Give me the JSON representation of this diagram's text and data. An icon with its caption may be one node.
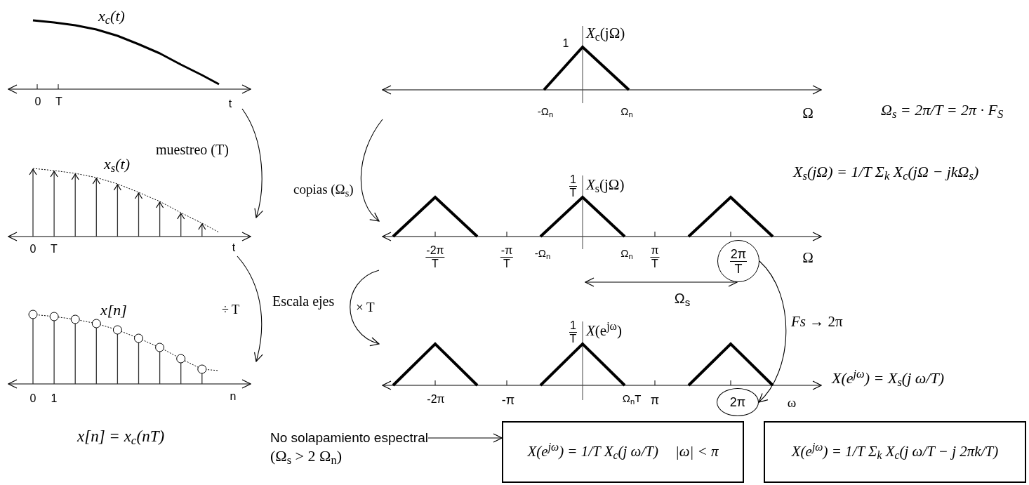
{
  "diagram": {
    "nodes": [
      {
        "text": [
          "x$_{c}$(t)"
        ]
      },
      {
        "text": [
          "x$_{s}$(t)"
        ]
      },
      {
        "text": [
          "x[n]"
        ]
      },
      {
        "text": [
          "*X*$_{c}$(jΩ)"
        ]
      },
      {
        "text": [
          "1 T",
          "*X*$_{s}$(jΩ)"
        ]
      },
      {
        "text": [
          "1 T",
          "*X*(e$^{jω}$)"
        ]
      },
      {
        "text": [
          "2π T"
        ],
        "in": 4
      },
      {
        "text": [
          "2π"
        ],
        "in": 5
      },
      {
        "text": [
          "No solapamiento espectral",
          "(Ω$_{s}$ > 2 Ω$_{n}$)"
        ]
      },
      {
        "text": [
          "X(e$^{jω}$) = 1/T X$_{c}$(j ω/T)",
          "|ω| < π"
        ]
      },
      {
        "text": [
          "X(e$^{jω}$) = 1/T Σ$_{k}$ X$_{c}$(j ω/T − j 2πk/T)"
        ]
      }
    ],
    "edges": [
      {
        "from": 0,
        "to": 1,
        "arrow": "to",
        "label": "muestreo (T)"
      },
      {
        "from": 1,
        "to": 2,
        "arrow": "to",
        "label": "÷ T"
      },
      {
        "from": 3,
        "to": 4,
        "arrow": "to",
        "label": "copias (Ω$_{s}$)"
      },
      {
        "from": 4,
        "to": 5,
        "arrow": "to",
        "label": "× T"
      },
      {
        "from": 6,
        "to": 7,
        "arrow": "to",
        "label": "*Fs* → 2π"
      },
      {
        "from": 8,
        "to": 9,
        "arrow": "to"
      }
    ],
    "labels": [
      "0",
      "T",
      "t",
      "0",
      "T",
      "t",
      "0",
      "1",
      "n",
      "x[n] = x$_{c}$(nT)",
      "Escala ejes",
      "1",
      "-Ω$_{n}$",
      "Ω$_{n}$",
      "Ω",
      "-2π T",
      "-π T",
      "-Ω$_{n}$",
      "Ω$_{n}$",
      "π T",
      "Ω",
      "Ω$_{s}$",
      "-2π",
      "-π",
      "Ω$_{n}$T",
      "π",
      "ω",
      "Ω$_{s}$ = 2π/T = 2π · F$_{S}$",
      "X$_{s}$(jΩ) = 1/T Σ$_{k}$ X$_{c}$(jΩ − jkΩ$_{s}$)",
      "X(e$^{jω}$) = X$_{s}$(j ω/T)"
    ]
  }
}
